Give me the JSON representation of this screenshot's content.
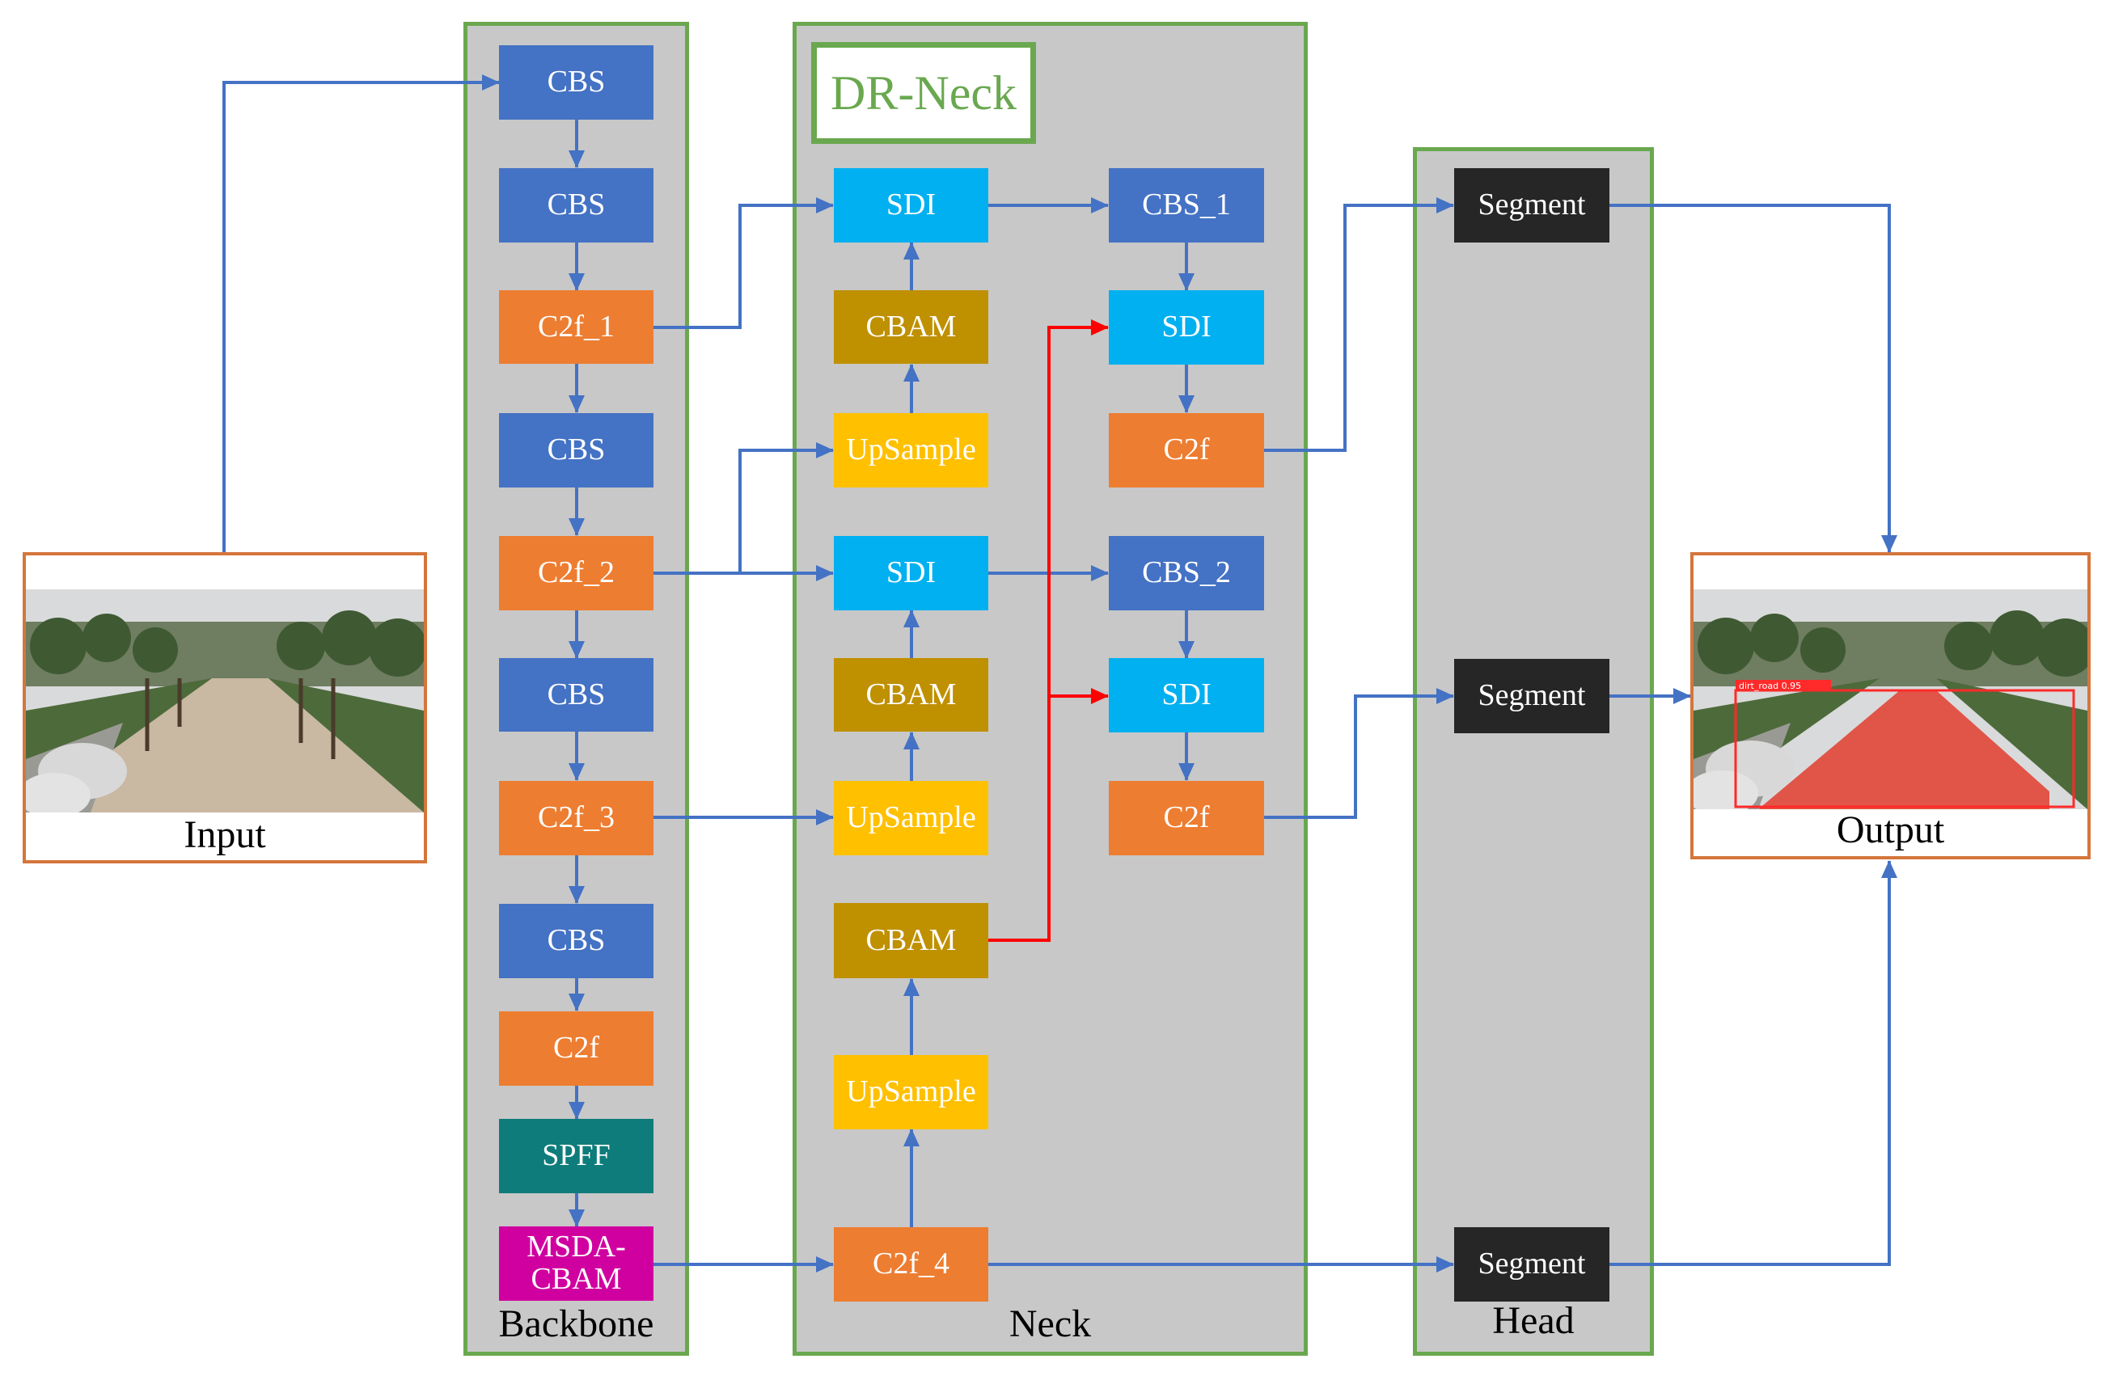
{
  "panels": {
    "backbone": "Backbone",
    "neck": "Neck",
    "head": "Head",
    "dr_neck": "DR-Neck"
  },
  "io": {
    "input": "Input",
    "output": "Output",
    "detection_label": "dirt_road  0.95"
  },
  "backbone": {
    "b1": "CBS",
    "b2": "CBS",
    "b3": "C2f_1",
    "b4": "CBS",
    "b5": "C2f_2",
    "b6": "CBS",
    "b7": "C2f_3",
    "b8": "CBS",
    "b9": "C2f",
    "b10": "SPFF",
    "b11_line1": "MSDA-",
    "b11_line2": "CBAM"
  },
  "neck": {
    "sdi_a": "SDI",
    "cbam_a": "CBAM",
    "up_a": "UpSample",
    "sdi_b": "SDI",
    "cbam_b": "CBAM",
    "up_b": "UpSample",
    "cbam_c": "CBAM",
    "up_c": "UpSample",
    "c2f4": "C2f_4",
    "cbs1": "CBS_1",
    "sdi_c": "SDI",
    "c2f_c": "C2f",
    "cbs2": "CBS_2",
    "sdi_d": "SDI",
    "c2f_d": "C2f"
  },
  "head": {
    "seg1": "Segment",
    "seg2": "Segment",
    "seg3": "Segment"
  },
  "colors": {
    "cbs": "#4472c4",
    "c2f": "#ed7d31",
    "sdi": "#00b0f0",
    "cbam": "#bf9000",
    "upsample": "#ffc000",
    "spff": "#0e7c7b",
    "msda_cbam": "#d000a0",
    "segment": "#262626",
    "panel_fill": "#c8c8c8",
    "panel_border": "#6aa84f",
    "arrow_blue": "#4472c4",
    "arrow_red": "#ff0000",
    "mask": "#e05548"
  }
}
